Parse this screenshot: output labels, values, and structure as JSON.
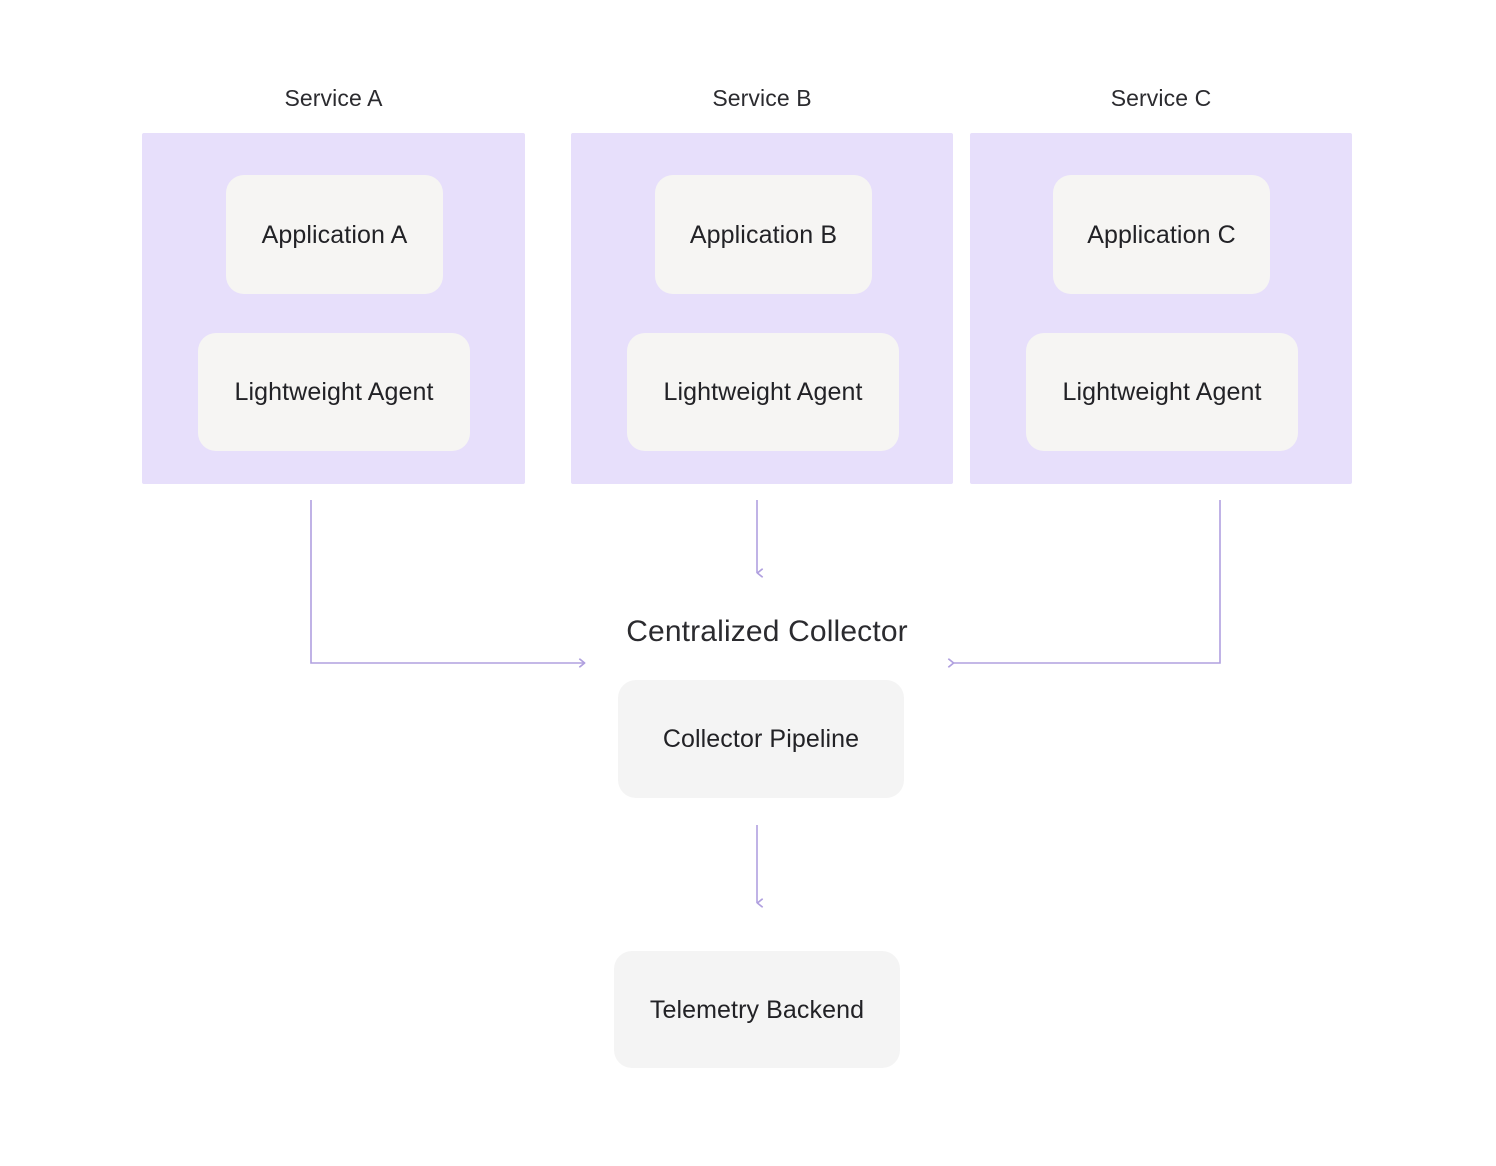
{
  "diagram": {
    "title_hidden": "",
    "colors": {
      "page_background": "#ffffff",
      "service_panel": "#e7dffb",
      "card_in_panel": "#f6f5f3",
      "card_plain": "#f4f4f4",
      "arrow": "#b0a0df",
      "text": "#2b2b2f"
    },
    "services": [
      {
        "title": "Service A",
        "application_label": "Application A",
        "agent_label": "Lightweight Agent"
      },
      {
        "title": "Service B",
        "application_label": "Application B",
        "agent_label": "Lightweight Agent"
      },
      {
        "title": "Service C",
        "application_label": "Application C",
        "agent_label": "Lightweight Agent"
      }
    ],
    "collector": {
      "heading": "Centralized Collector",
      "pipeline_label": "Collector Pipeline"
    },
    "backend": {
      "label": "Telemetry Backend"
    },
    "edges": [
      {
        "name": "app-a-to-agent-a",
        "kind": "vertical-arrow"
      },
      {
        "name": "app-b-to-agent-b",
        "kind": "vertical-arrow"
      },
      {
        "name": "app-c-to-agent-c",
        "kind": "vertical-arrow"
      },
      {
        "name": "service-a-to-collector",
        "kind": "elbow-arrow-right"
      },
      {
        "name": "service-b-to-collector",
        "kind": "vertical-arrow"
      },
      {
        "name": "service-c-to-collector",
        "kind": "elbow-arrow-left"
      },
      {
        "name": "pipeline-to-backend",
        "kind": "vertical-arrow"
      }
    ]
  }
}
